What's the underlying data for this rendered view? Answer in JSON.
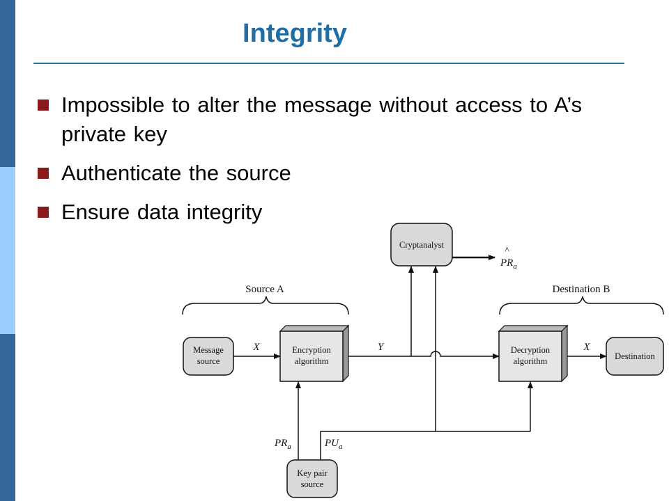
{
  "slide": {
    "title": "Integrity",
    "bullets": [
      "Impossible to alter the message without access to A’s private key",
      "Authenticate the source",
      "Ensure data integrity"
    ]
  },
  "diagram": {
    "nodes": {
      "cryptanalyst": "Cryptanalyst",
      "message_source": [
        "Message",
        "source"
      ],
      "encryption": [
        "Encryption",
        "algorithm"
      ],
      "decryption": [
        "Decryption",
        "algorithm"
      ],
      "destination": "Destination",
      "key_pair_source": [
        "Key pair",
        "source"
      ]
    },
    "groups": {
      "source": "Source A",
      "destination": "Destination B"
    },
    "labels": {
      "plaintext_in": "X",
      "ciphertext": "Y",
      "plaintext_out": "X",
      "private_key": "PR",
      "private_key_sub": "a",
      "public_key": "PU",
      "public_key_sub": "a",
      "estimate_key": "PR",
      "estimate_key_sub": "a",
      "estimate_hat": "^"
    }
  },
  "colors": {
    "accent": "#1f6fa6",
    "sidebar_dark": "#336699",
    "sidebar_light": "#99ccff",
    "bullet_marker": "#8a1a1a",
    "box_fill": "#e6e6e6",
    "node_fill": "#d9d9d9"
  }
}
